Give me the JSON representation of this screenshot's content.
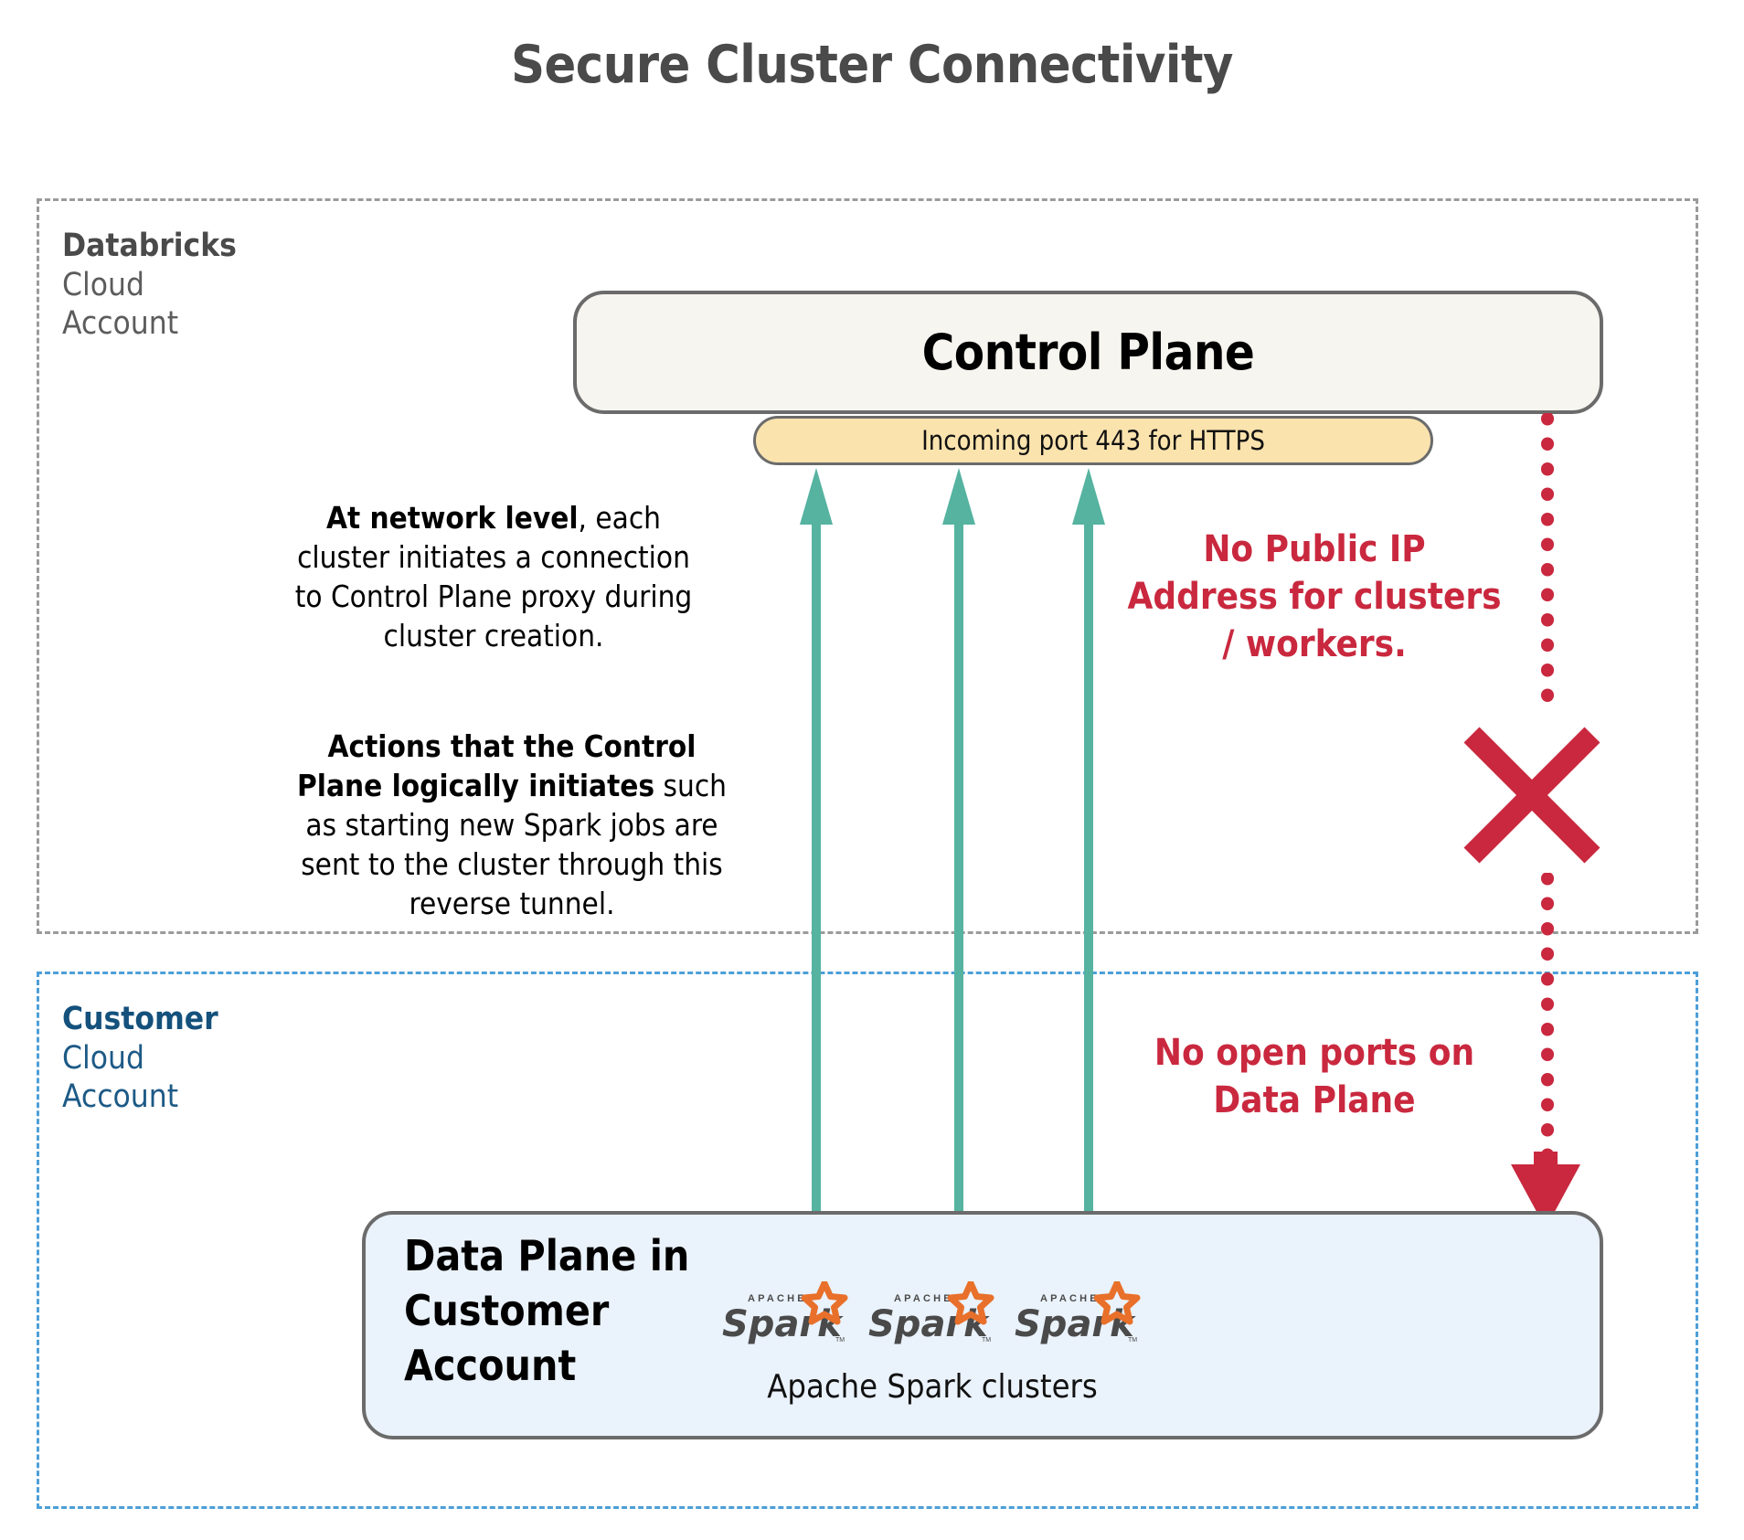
{
  "title": "Secure Cluster Connectivity",
  "colors": {
    "title_gray": "#4a4a4a",
    "databricks_border": "#9b9b9b",
    "customer_border": "#4d9fd8",
    "customer_text": "#14517c",
    "control_plane_fill": "#f7f5ef",
    "port_pill_fill": "#fbe3ae",
    "arrow_teal": "#55b3a0",
    "alert_red": "#c9283e",
    "data_plane_fill": "#eaf2fb",
    "spark_orange": "#e8702a",
    "spark_gray": "#4a4a4a"
  },
  "databricks_zone": {
    "label_line1": "Databricks",
    "label_line2": "Cloud",
    "label_line3": "Account"
  },
  "customer_zone": {
    "label_line1": "Customer",
    "label_line2": "Cloud",
    "label_line3": "Account"
  },
  "control_plane": {
    "title": "Control Plane",
    "port_pill_label": "Incoming port 443 for HTTPS"
  },
  "notes": {
    "network": {
      "bold_lead": "At network level",
      "rest": ", each cluster initiates a connection to Control Plane proxy during cluster creation."
    },
    "actions": {
      "bold_lead": "Actions that the Control Plane logically initiates",
      "rest": " such as starting new Spark jobs are sent to the cluster through this reverse tunnel."
    }
  },
  "callouts": {
    "no_public_ip": "No Public IP Address for clusters / workers.",
    "no_open_ports": "No open ports on Data Plane"
  },
  "data_plane": {
    "title": "Data Plane in Customer Account",
    "spark_caption": "Apache Spark clusters",
    "spark_logo_count": 3,
    "spark_logo_apache_text": "APACHE",
    "spark_logo_wordmark": "Spark",
    "spark_logo_tm": "TM"
  },
  "arrows": {
    "green_arrow_count": 3,
    "green_arrow_direction": "up",
    "red_arrow_direction": "down"
  }
}
